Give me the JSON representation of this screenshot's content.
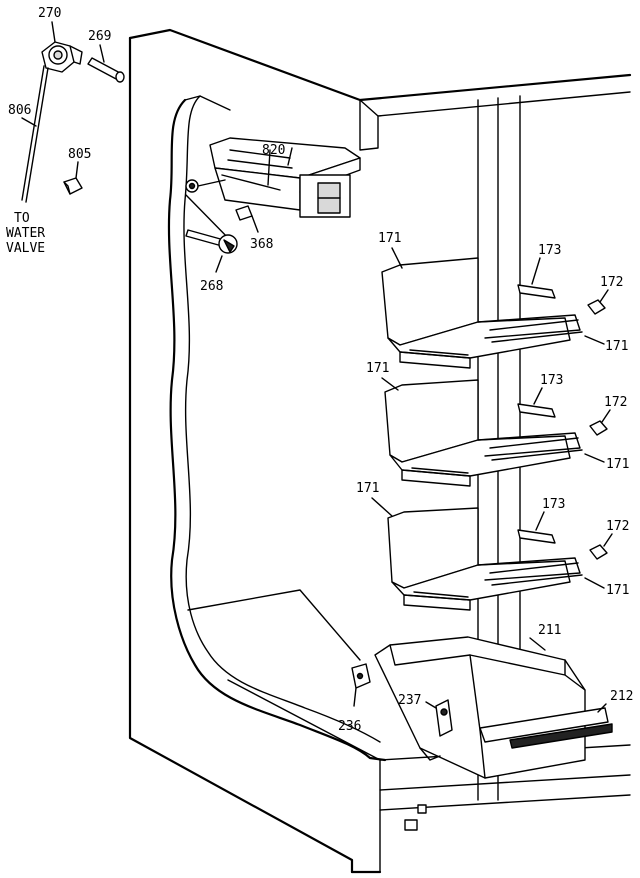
{
  "labels": {
    "p270": "270",
    "p269": "269",
    "p806": "806",
    "p805": "805",
    "to_water_valve": [
      "TO",
      "WATER",
      "VALVE"
    ],
    "p820": "820",
    "p368": "368",
    "p268": "268",
    "p171_top_left": "171",
    "p173_top": "173",
    "p172_top": "172",
    "p171_top_right": "171",
    "p171_mid_left": "171",
    "p173_mid": "173",
    "p172_mid": "172",
    "p171_mid_right": "171",
    "p171_low_left": "171",
    "p173_low": "173",
    "p172_low": "172",
    "p171_low_right": "171",
    "p211": "211",
    "p212": "212",
    "p237": "237",
    "p236": "236"
  }
}
